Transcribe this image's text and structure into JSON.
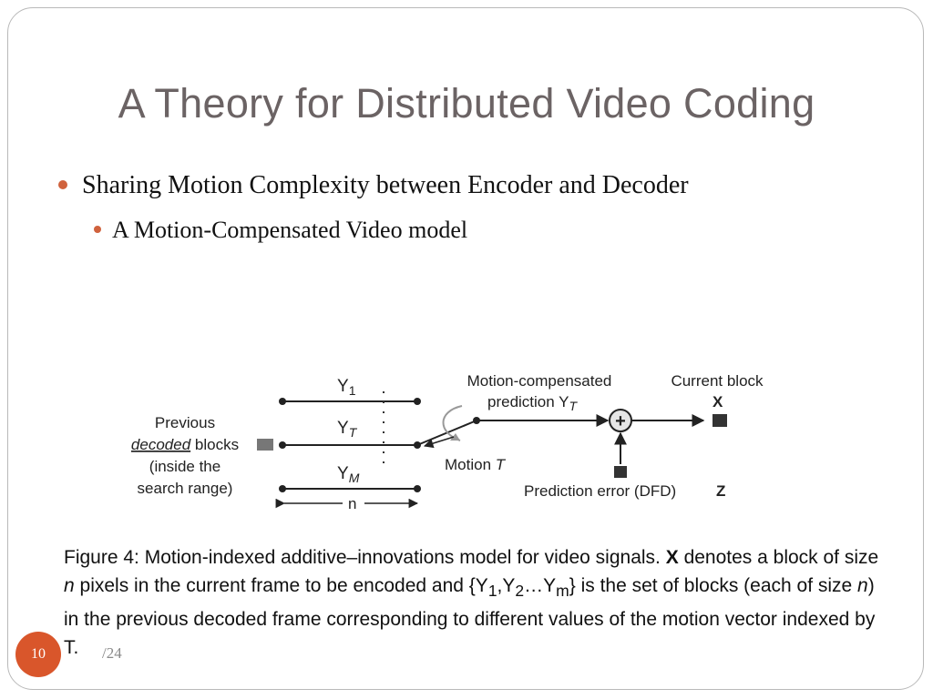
{
  "slide": {
    "title": "A Theory for Distributed Video Coding",
    "bullets": [
      "Sharing Motion Complexity between Encoder and Decoder",
      "A Motion-Compensated Video model"
    ],
    "page_number": "10",
    "page_total": "/24"
  },
  "figure": {
    "labels": {
      "y1": "Y",
      "y1_sub": "1",
      "yt": "Y",
      "yt_sub": "T",
      "ym": "Y",
      "ym_sub": "M",
      "n": "n",
      "prev_line1": "Previous",
      "prev_decoded": "decoded",
      "prev_blocks": " blocks",
      "prev_line3": "(inside the",
      "prev_line4": "search range)",
      "mc_line1": "Motion-compensated",
      "mc_line2": "prediction Y",
      "mc_sub": "T",
      "motion": "Motion ",
      "motion_T": "T",
      "current_block": "Current block",
      "x": "X",
      "pred_error": "Prediction error (DFD)",
      "z": "Z",
      "plus": "+"
    }
  },
  "caption": {
    "p1": "Figure 4: Motion-indexed additive–innovations model for video signals. ",
    "x": "X",
    "p2": " denotes a block of size ",
    "n1": "n",
    "p3": " pixels in the current frame to be encoded and {Y",
    "s1": "1",
    "p4": ",Y",
    "s2": "2",
    "p5": "…Y",
    "sm": "m",
    "p6": "} is the set of blocks (each of size ",
    "n2": "n",
    "p7": ") in the previous decoded frame corresponding to different values of the motion vector indexed by T."
  }
}
